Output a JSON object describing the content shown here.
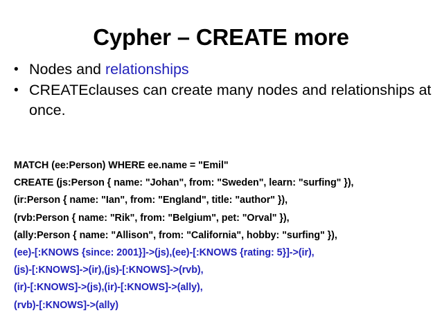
{
  "slide": {
    "title": "Cypher – CREATE more",
    "background_color": "#FFFFFF",
    "text_color": "#000000",
    "accent_color": "#2222BB"
  },
  "bullets": [
    {
      "lead": "Nodes and ",
      "highlight": "relationships"
    },
    {
      "lead": "CREATEclauses can create many nodes and relationships at once.",
      "highlight": ""
    }
  ],
  "code": {
    "lines": [
      {
        "text": "MATCH (ee:Person) WHERE ee.name = \"Emil\"",
        "style": "black"
      },
      {
        "text": "CREATE (js:Person { name: \"Johan\", from: \"Sweden\", learn: \"surfing\" }),",
        "style": "black"
      },
      {
        "text": "(ir:Person { name: \"Ian\", from: \"England\", title: \"author\" }),",
        "style": "black"
      },
      {
        "text": "(rvb:Person { name: \"Rik\", from: \"Belgium\", pet: \"Orval\" }),",
        "style": "black"
      },
      {
        "text": "(ally:Person { name: \"Allison\", from: \"California\", hobby: \"surfing\" }),",
        "style": "black"
      },
      {
        "text": "(ee)-[:KNOWS {since: 2001}]->(js),(ee)-[:KNOWS {rating: 5}]->(ir),",
        "style": "blue"
      },
      {
        "text": "(js)-[:KNOWS]->(ir),(js)-[:KNOWS]->(rvb),",
        "style": "blue"
      },
      {
        "text": "(ir)-[:KNOWS]->(js),(ir)-[:KNOWS]->(ally),",
        "style": "blue"
      },
      {
        "text": "(rvb)-[:KNOWS]->(ally)",
        "style": "blue"
      }
    ]
  }
}
